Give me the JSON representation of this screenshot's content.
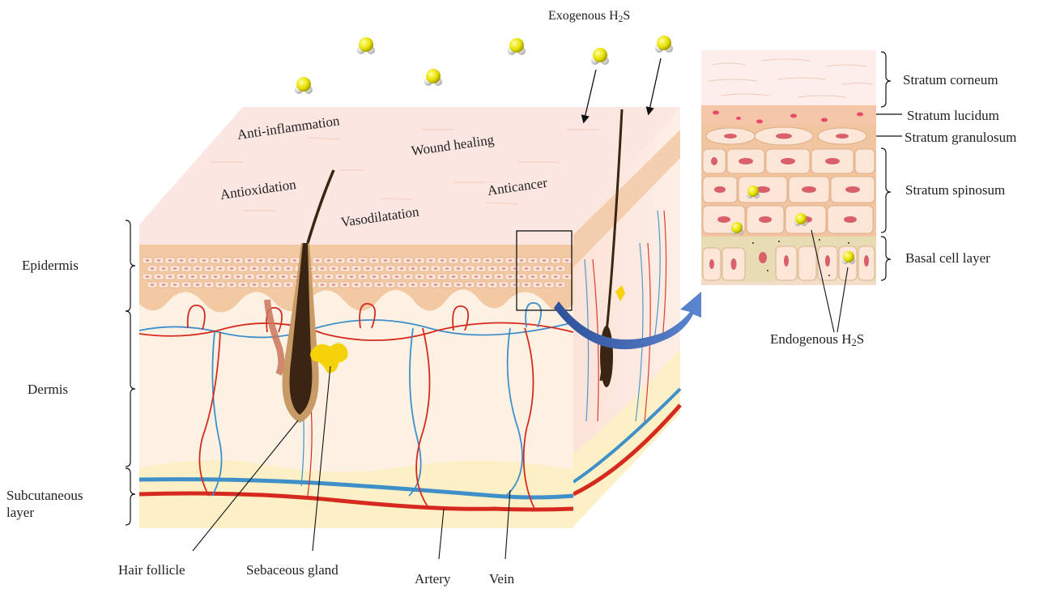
{
  "exogenous": {
    "prefix": "Exogenous H",
    "sub": "2",
    "suffix": "S"
  },
  "endogenous": {
    "prefix": "Endogenous H",
    "sub": "2",
    "suffix": "S"
  },
  "effects": {
    "anti_inflammation": "Anti-inflammation",
    "wound_healing": "Wound healing",
    "antioxidation": "Antioxidation",
    "anticancer": "Anticancer",
    "vasodilatation": "Vasodilatation"
  },
  "left_layers": {
    "epidermis": "Epidermis",
    "dermis": "Dermis",
    "subcutaneous": "Subcutaneous\nlayer"
  },
  "bottom_labels": {
    "hair_follicle": "Hair follicle",
    "sebaceous_gland": "Sebaceous gland",
    "artery": "Artery",
    "vein": "Vein"
  },
  "strata": {
    "corneum": "Stratum corneum",
    "lucidum": "Stratum lucidum",
    "granulosum": "Stratum granulosum",
    "spinosum": "Stratum spinosum",
    "basal": "Basal cell layer"
  },
  "colors": {
    "skin_top": "#fbe6e2",
    "epidermis": "#f2c9a3",
    "dermis": "#fdf1e4",
    "subcutaneous": "#fdf0c6",
    "artery": "#d62a1e",
    "vein": "#3f8fc9",
    "hair": "#3a2412",
    "sebaceous": "#f5d20a",
    "h2s_sulfur": "#e8e100",
    "arrow_blue": "#3c63b4"
  }
}
